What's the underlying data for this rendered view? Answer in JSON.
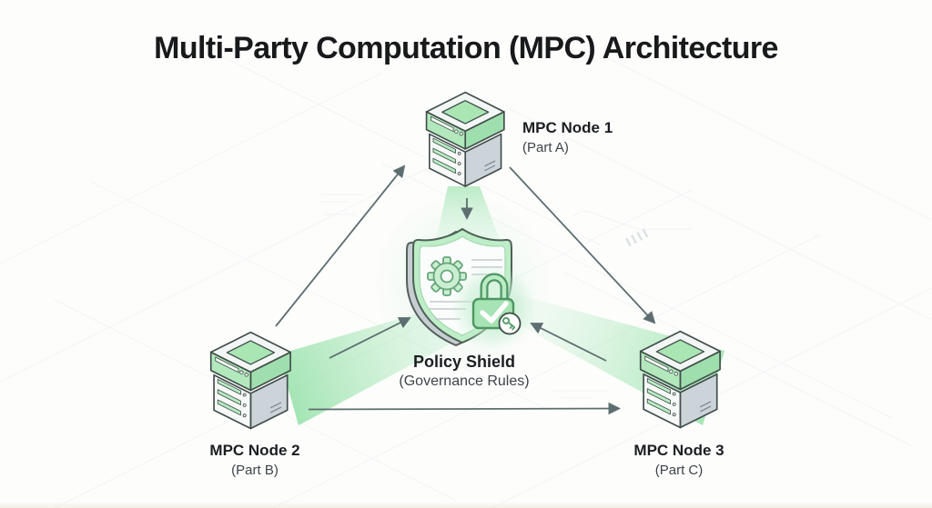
{
  "title": "Multi-Party Computation (MPC) Architecture",
  "nodes": [
    {
      "label": "MPC Node 1",
      "sublabel": "(Part A)"
    },
    {
      "label": "MPC Node 2",
      "sublabel": "(Part B)"
    },
    {
      "label": "MPC Node 3",
      "sublabel": "(Part C)"
    }
  ],
  "center": {
    "label": "Policy Shield",
    "sublabel": "(Governance Rules)"
  },
  "icons": [
    "server-icon",
    "shield-icon",
    "gear-icon",
    "lock-icon",
    "checkmark-icon",
    "key-icon",
    "arrow-icon"
  ],
  "colors": {
    "accent_green": "#a9e6b4",
    "green_dark_stroke": "#5d9c6e",
    "beam_green": "#97e0a8",
    "arrow_gray": "#5d6e71",
    "outline_dark": "#414e4b",
    "server_gray_face": "#ccd4da",
    "text_primary": "#17191b",
    "text_secondary": "#3d4449",
    "background": "#fdfdfc"
  }
}
